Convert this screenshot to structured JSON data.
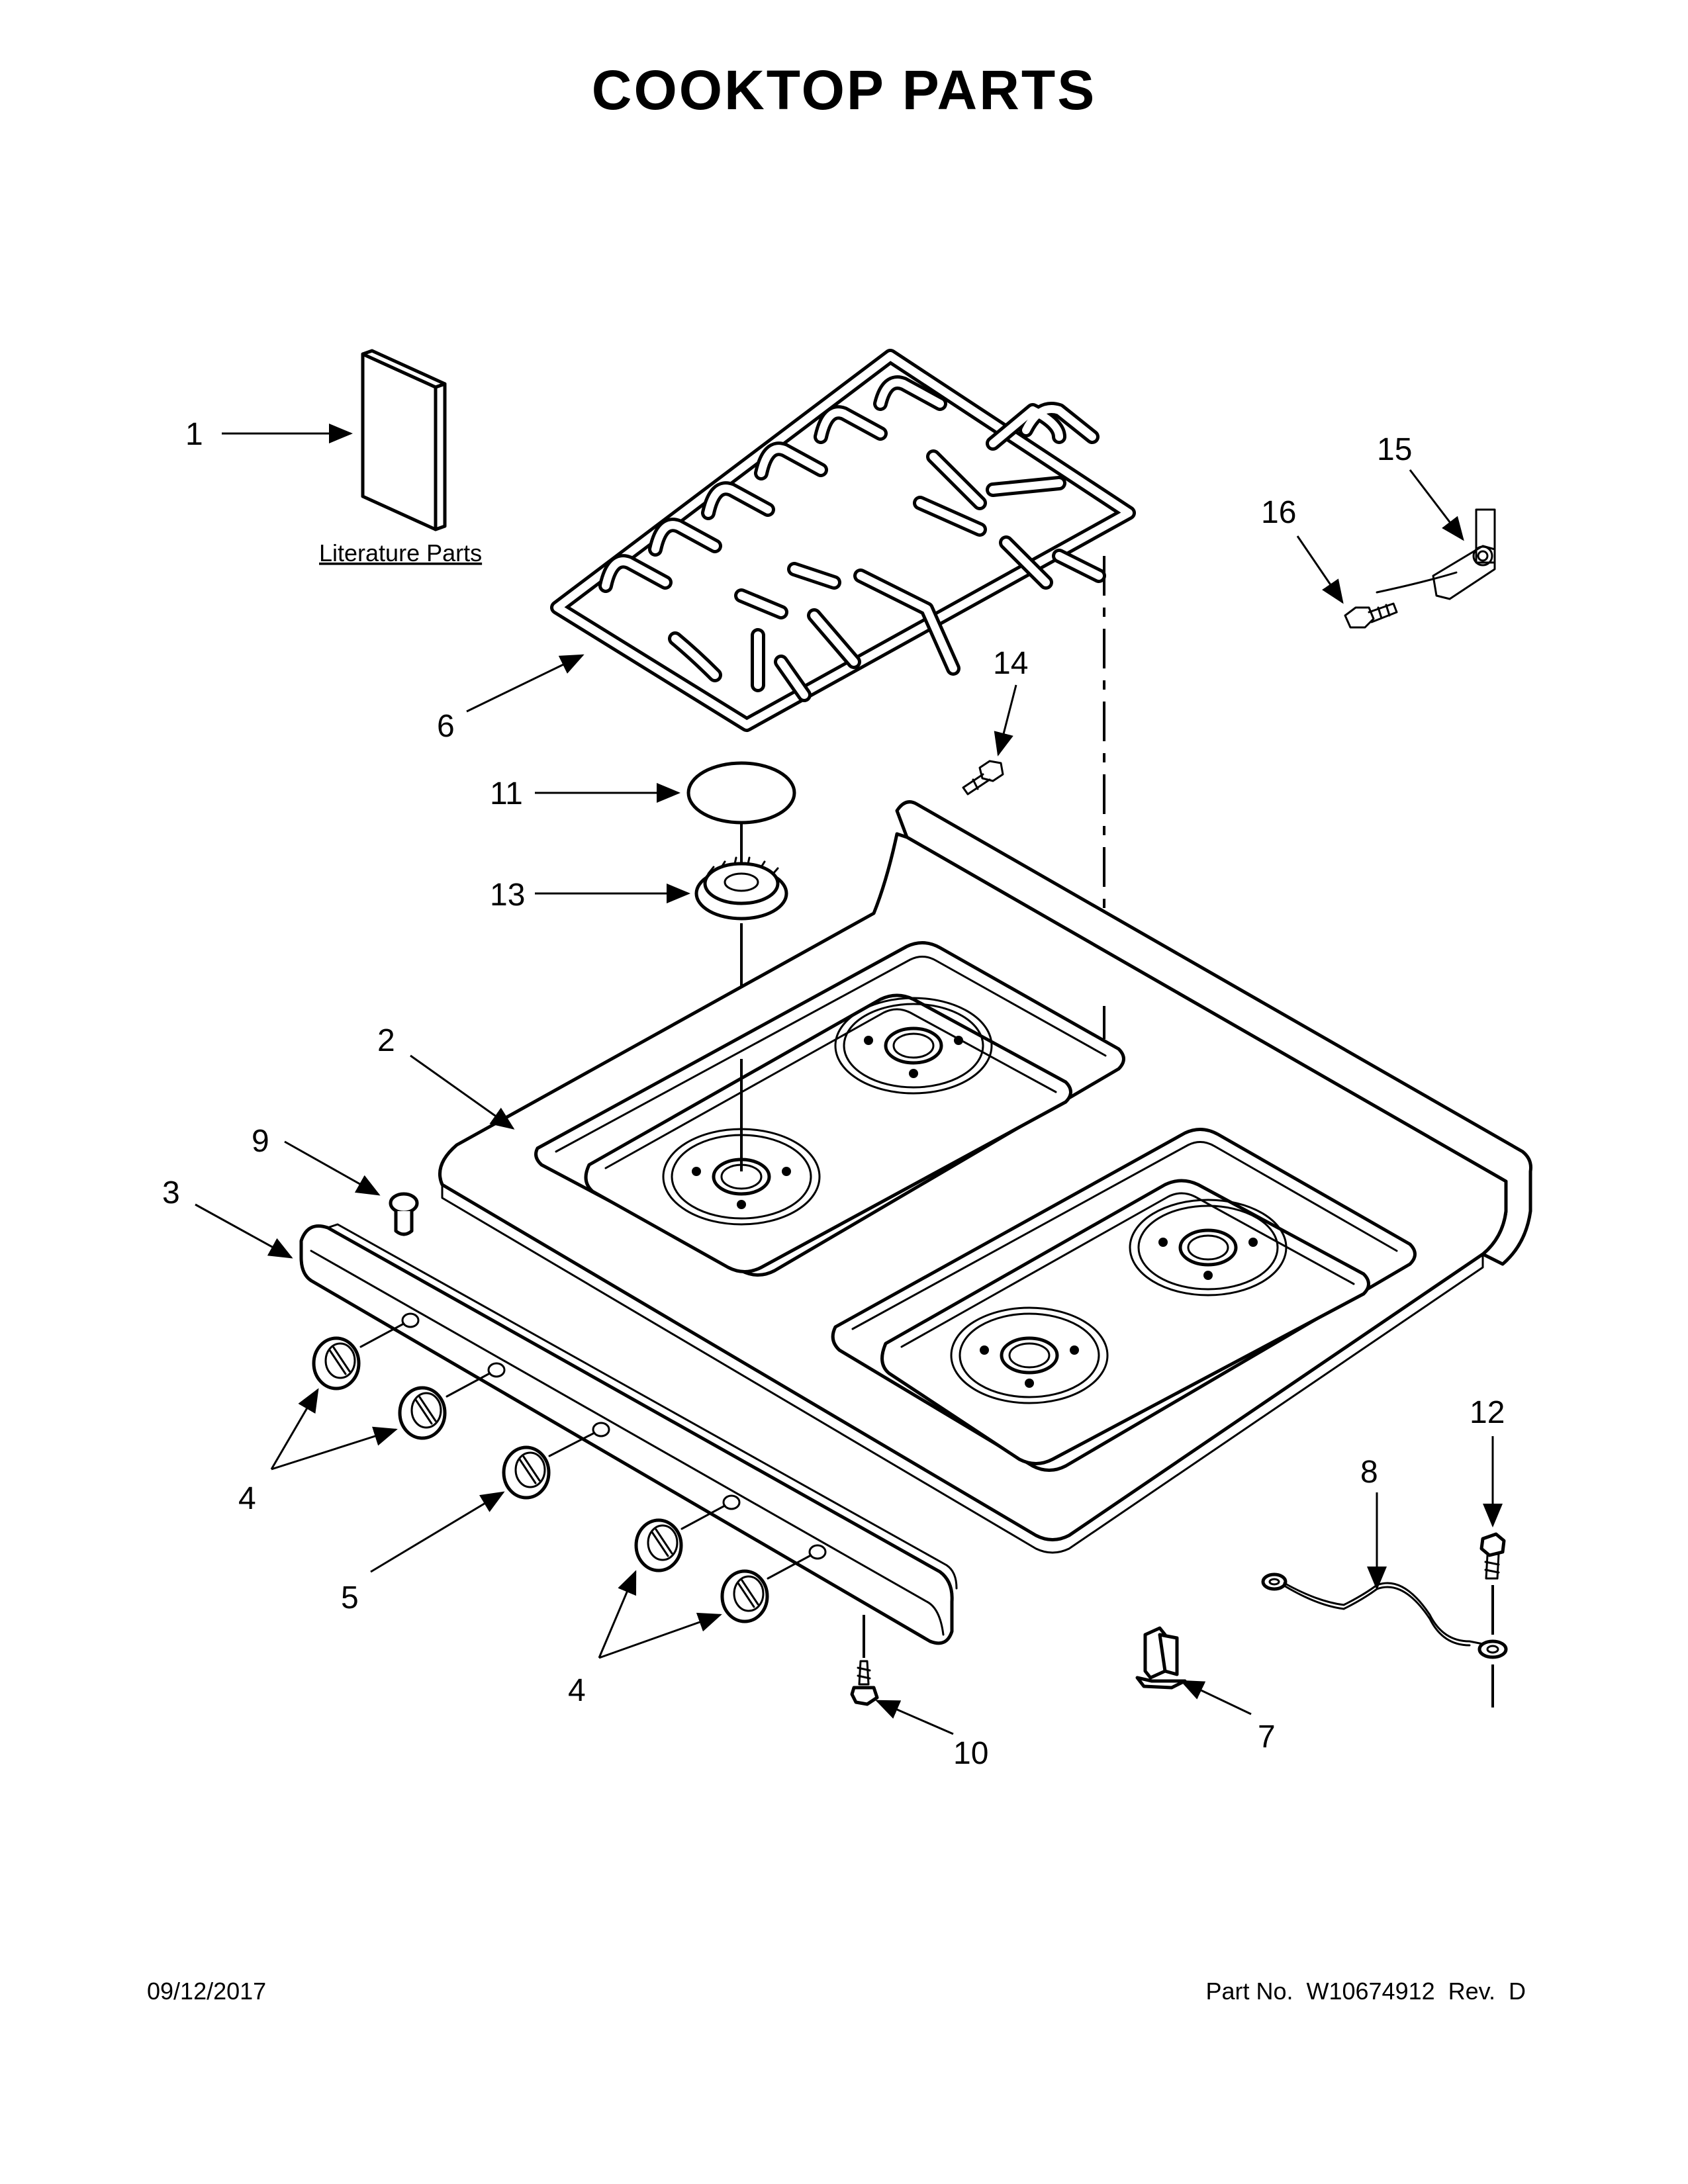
{
  "title": "COOKTOP PARTS",
  "literature_label": "Literature Parts",
  "footer": {
    "date": "09/12/2017",
    "part_number": "Part No.  W10674912  Rev.  D"
  },
  "callouts": {
    "c1": "1",
    "c2": "2",
    "c3": "3",
    "c4a": "4",
    "c4b": "4",
    "c5": "5",
    "c6": "6",
    "c7": "7",
    "c8": "8",
    "c9": "9",
    "c10": "10",
    "c11": "11",
    "c12": "12",
    "c13": "13",
    "c14": "14",
    "c15": "15",
    "c16": "16"
  }
}
